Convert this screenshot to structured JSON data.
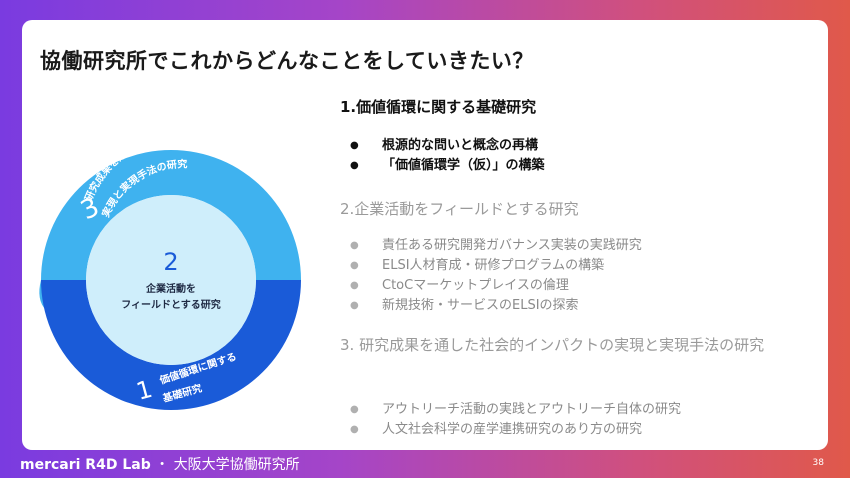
{
  "slide": {
    "title": "協働研究所でこれからどんなことをしていきたい？",
    "page_number": "38"
  },
  "sections": {
    "s1": {
      "heading": "1.価値循環に関する基礎研究",
      "items": [
        "根源的な問いと概念の再構",
        "「価値循環学（仮）」の構築"
      ]
    },
    "s2": {
      "heading": "2.企業活動をフィールドとする研究",
      "items": [
        "責任ある研究開発ガバナンス実装の実践研究",
        "ELSI人材育成・研修プログラムの構築",
        "CtoCマーケットプレイスの倫理",
        "新規技術・サービスのELSIの探索"
      ]
    },
    "s3": {
      "heading": "3. 研究成果を通した社会的インパクトの実現と実現手法の研究",
      "items": [
        "アウトリーチ活動の実践とアウトリーチ自体の研究",
        "人文社会科学の産学連携研究のあり方の研究"
      ]
    }
  },
  "diagram": {
    "top": {
      "number": "3",
      "label_line1": "研究成果を通した社会的インパクトの",
      "label_line2": "実現と実現手法の研究"
    },
    "center": {
      "number": "2",
      "label_line1": "企業活動を",
      "label_line2": "フィールドとする研究"
    },
    "bottom": {
      "number": "1",
      "label_line1": "価値循環に関する",
      "label_line2": "基礎研究"
    },
    "colors": {
      "top": "#3fb2ef",
      "center": "#cfeefb",
      "bottom": "#1a5bd8"
    }
  },
  "footer": {
    "brand": "mercari R4D Lab",
    "separator": "・",
    "partner": "大阪大学協働研究所"
  }
}
